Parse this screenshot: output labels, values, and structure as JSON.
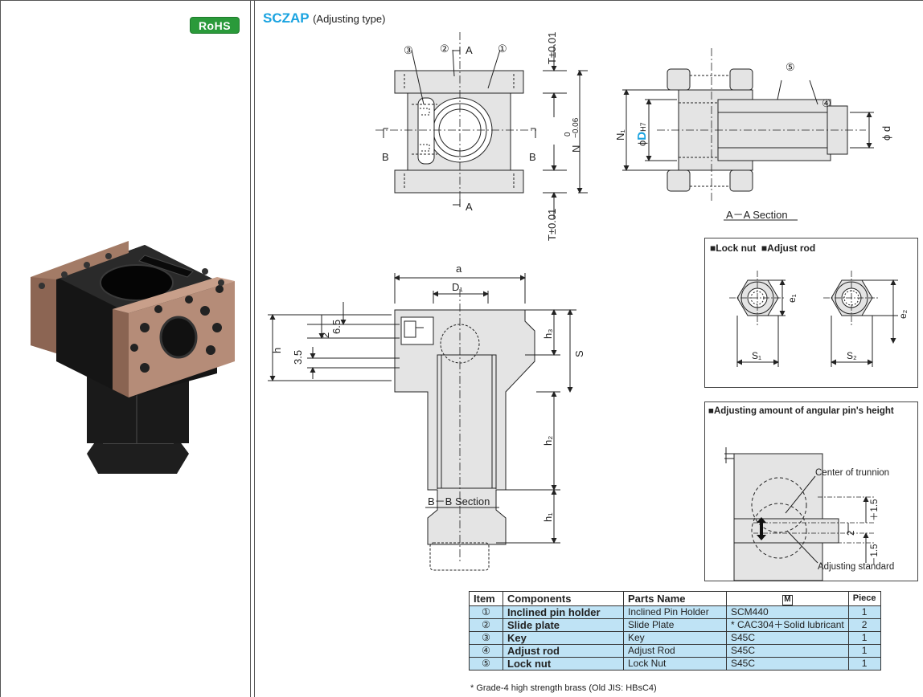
{
  "badge": {
    "rohs": "RoHS"
  },
  "title": {
    "code": "SCZAP",
    "subtitle": "(Adjusting type)"
  },
  "front_view": {
    "callouts": [
      "①",
      "②",
      "③"
    ],
    "section_marks": [
      "A",
      "A",
      "B",
      "B"
    ],
    "dims": {
      "t_top": "T±0.01",
      "t_bottom": "T±0.01",
      "n": "N",
      "n_tol_upper": "0",
      "n_tol_lower": "−0.06"
    }
  },
  "side_view": {
    "callouts": [
      "⑤",
      "④"
    ],
    "dims": {
      "n1": "N₁",
      "dh7_prefix": "ϕ",
      "dh7_d": "D",
      "dh7_tol": "H7",
      "phi_d": "ϕ d"
    },
    "caption": "A－A Section"
  },
  "section_bb": {
    "dims": {
      "a": "a",
      "d1": "D₁",
      "h": "h",
      "d65": "6.5",
      "d2": "2",
      "d35": "3.5",
      "h3": "h₃",
      "s": "S",
      "h2": "h₂",
      "h1": "h₁"
    },
    "caption": "B－B Section"
  },
  "lock_box": {
    "title_a": "■Lock nut",
    "title_b": "■Adjust rod",
    "labels": {
      "e1": "e₁",
      "s1": "S₁",
      "e2": "e₂",
      "s2": "S₂"
    }
  },
  "adjust_box": {
    "title": "■Adjusting amount of angular pin's height",
    "labels": {
      "center": "Center of trunnion",
      "standard": "Adjusting standard",
      "plus": "＋1.5",
      "mid": "2",
      "minus": "－1.5"
    }
  },
  "parts_table": {
    "headers": [
      "Item",
      "Components",
      "Parts  Name",
      "M",
      "Piece"
    ],
    "rows": [
      {
        "item": "①",
        "component": "Inclined pin holder",
        "name": "Inclined  Pin  Holder",
        "material": "SCM440",
        "piece": "1"
      },
      {
        "item": "②",
        "component": "Slide plate",
        "name": "Slide  Plate",
        "material": "* CAC304＋Solid lubricant",
        "piece": "2"
      },
      {
        "item": "③",
        "component": "Key",
        "name": "Key",
        "material": "S45C",
        "piece": "1"
      },
      {
        "item": "④",
        "component": "Adjust rod",
        "name": "Adjust Rod",
        "material": "S45C",
        "piece": "1"
      },
      {
        "item": "⑤",
        "component": "Lock nut",
        "name": "Lock Nut",
        "material": "S45C",
        "piece": "1"
      }
    ]
  },
  "footnote": "* Grade-4 high strength brass (Old JIS: HBsC4)",
  "colors": {
    "accent": "#1aa3e0",
    "rohs": "#2a9a3a",
    "table_fill": "#bfe3f5",
    "part_gray": "#e4e4e4"
  }
}
